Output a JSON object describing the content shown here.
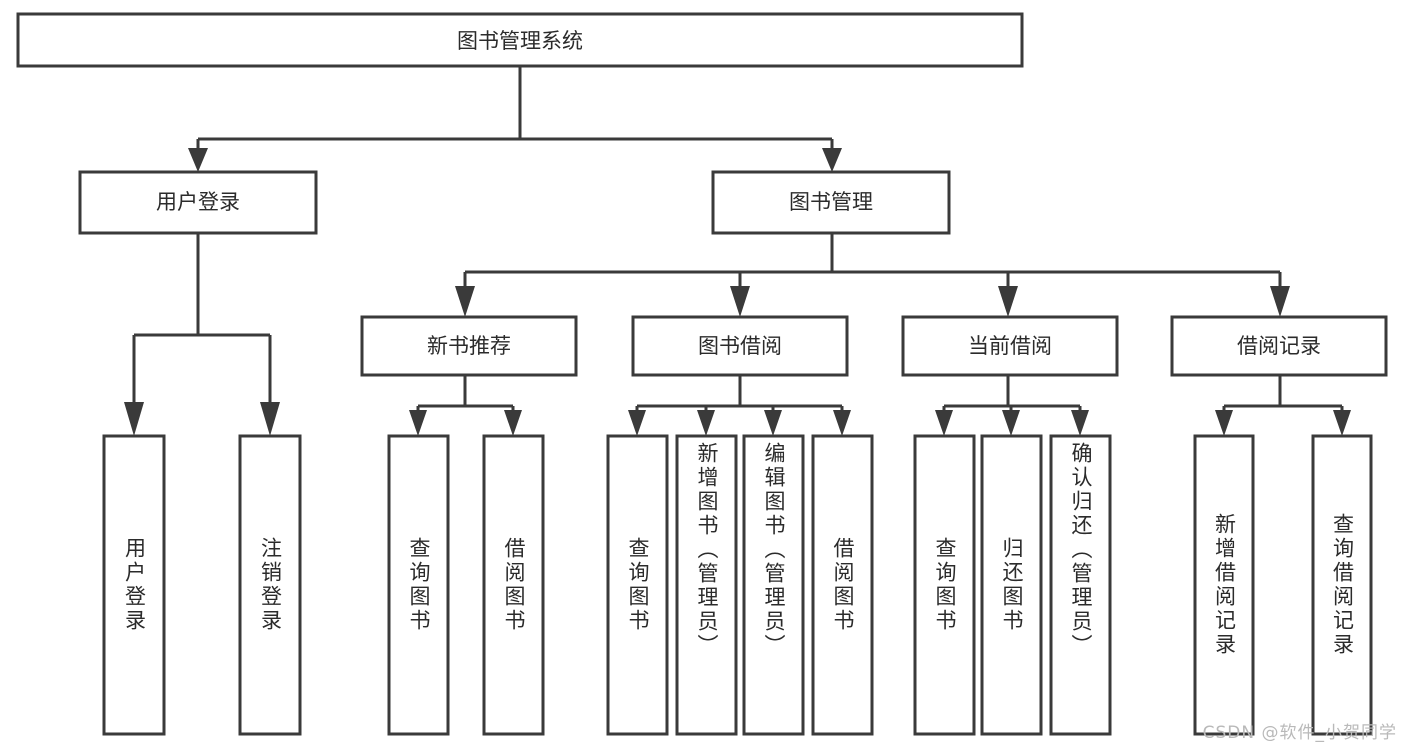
{
  "diagram": {
    "type": "tree",
    "title": "图书管理系统",
    "orientation": "top-down",
    "watermark": "CSDN @软件_小贺同学",
    "colors": {
      "stroke": "#3a3a3a",
      "fill": "#ffffff",
      "text": "#2b2b2b",
      "watermark": "#b9b9b9",
      "background": "#ffffff"
    },
    "levels": {
      "root": "图书管理系统",
      "level1": [
        "用户登录",
        "图书管理"
      ],
      "level2": [
        "新书推荐",
        "图书借阅",
        "当前借阅",
        "借阅记录"
      ],
      "level3": [
        "用户登录",
        "注销登录",
        "查询图书",
        "借阅图书",
        "查询图书",
        "新增图书（管理员）",
        "编辑图书（管理员）",
        "借阅图书",
        "查询图书",
        "归还图书",
        "确认归还（管理员）",
        "新增借阅记录",
        "查询借阅记录"
      ]
    },
    "nodes": {
      "root": {
        "label": "图书管理系统"
      },
      "user_login": {
        "label": "用户登录"
      },
      "book_mgmt": {
        "label": "图书管理"
      },
      "new_book_rec": {
        "label": "新书推荐"
      },
      "book_borrow": {
        "label": "图书借阅"
      },
      "current_borrow": {
        "label": "当前借阅"
      },
      "borrow_record": {
        "label": "借阅记录"
      },
      "leaf_user_login": {
        "label": "用户登录"
      },
      "leaf_logout": {
        "label": "注销登录"
      },
      "leaf_query_book_1": {
        "label": "查询图书"
      },
      "leaf_borrow_book_1": {
        "label": "借阅图书"
      },
      "leaf_query_book_2": {
        "label": "查询图书"
      },
      "leaf_add_book": {
        "label": "新增图书（管理员）"
      },
      "leaf_edit_book": {
        "label": "编辑图书（管理员）"
      },
      "leaf_borrow_book_2": {
        "label": "借阅图书"
      },
      "leaf_query_book_3": {
        "label": "查询图书"
      },
      "leaf_return_book": {
        "label": "归还图书"
      },
      "leaf_confirm_return": {
        "label": "确认归还（管理员）"
      },
      "leaf_add_record": {
        "label": "新增借阅记录"
      },
      "leaf_query_record": {
        "label": "查询借阅记录"
      }
    }
  }
}
